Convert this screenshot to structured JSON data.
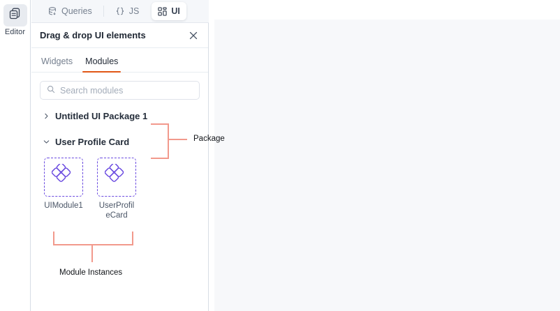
{
  "rail": {
    "icon": "editor-stacked-docs-icon",
    "label": "Editor"
  },
  "top_tabs": [
    {
      "label": "Queries",
      "icon": "database-icon",
      "active": false
    },
    {
      "label": "JS",
      "icon": "braces-icon",
      "active": false
    },
    {
      "label": "UI",
      "icon": "grid-icon",
      "active": true
    }
  ],
  "panel": {
    "title": "Drag & drop UI elements",
    "close_icon": "close-icon",
    "subtabs": [
      {
        "label": "Widgets",
        "active": false
      },
      {
        "label": "Modules",
        "active": true
      }
    ],
    "search": {
      "icon": "search-icon",
      "placeholder": "Search modules",
      "value": ""
    },
    "tree": [
      {
        "label": "Untitled UI Package 1",
        "chevron": "chevron-right-icon",
        "expanded": false
      },
      {
        "label": "User Profile Card",
        "chevron": "chevron-down-icon",
        "expanded": true
      }
    ],
    "modules": [
      {
        "name": "UIModule1",
        "icon": "module-diamonds-icon"
      },
      {
        "name": "UserProfileCard",
        "icon": "module-diamonds-icon"
      }
    ]
  },
  "annotations": [
    {
      "label": "Package",
      "color": "#f2998c"
    },
    {
      "label": "Module Instances",
      "color": "#f2998c"
    }
  ],
  "colors": {
    "accent_orange": "#e15615",
    "module_purple": "#6a4ae0",
    "annotation": "#f2998c",
    "canvas_bg": "#f7f8fa",
    "panel_border": "#d7dde5"
  }
}
